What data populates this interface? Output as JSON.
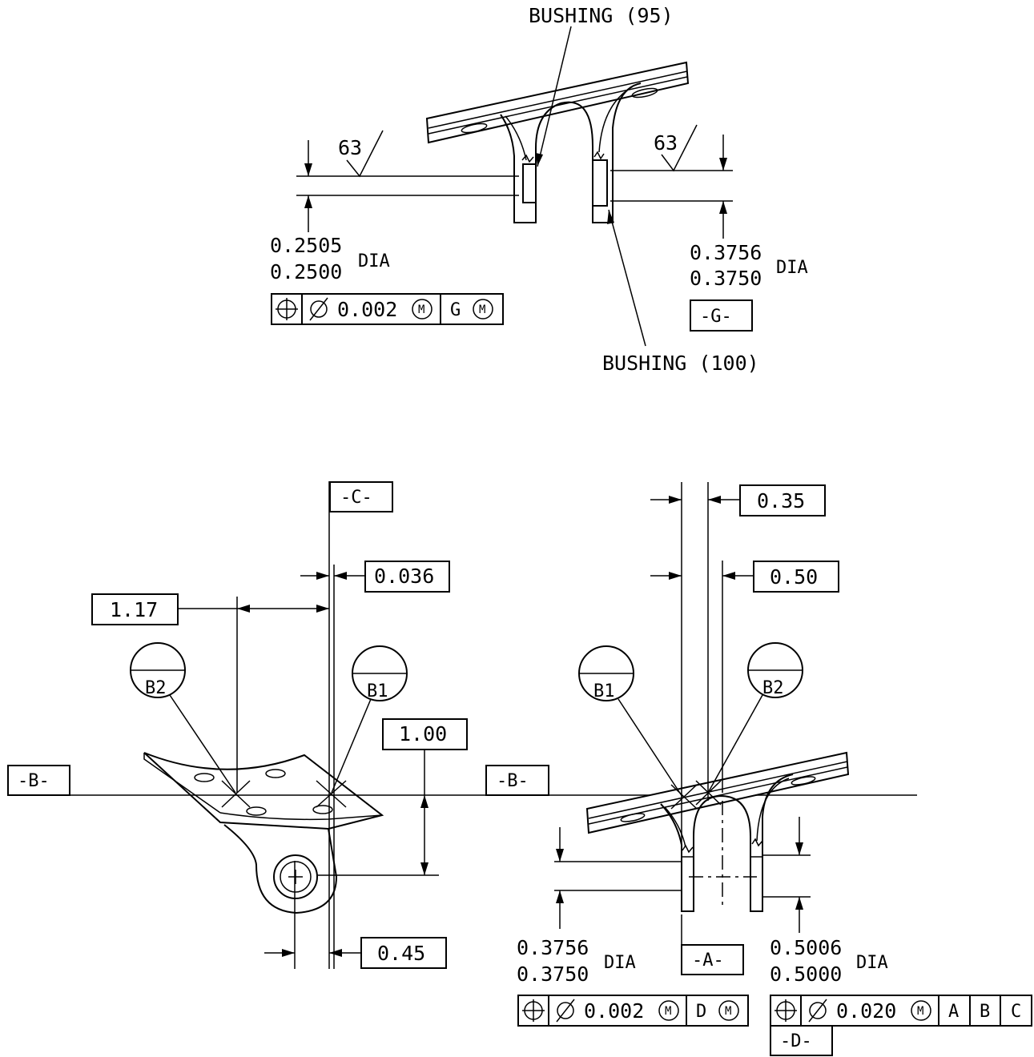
{
  "top_view": {
    "bushing_95": "BUSHING (95)",
    "bushing_100": "BUSHING (100)",
    "finish_left": "63",
    "finish_right": "63",
    "left_dia_upper": "0.2505",
    "left_dia_lower": "0.2500",
    "left_dia_label": "DIA",
    "left_fcf": {
      "tolerance": "0.002",
      "modifier": "M",
      "datum": "G",
      "datum_modifier": "M"
    },
    "right_dia_upper": "0.3756",
    "right_dia_lower": "0.3750",
    "right_dia_label": "DIA",
    "datum_g": "-G-"
  },
  "left_view": {
    "datum_c": "-C-",
    "dim_036": "0.036",
    "dim_117": "1.17",
    "target_b2": "B2",
    "target_b1": "B1",
    "dim_100": "1.00",
    "datum_b": "-B-",
    "dim_045": "0.45"
  },
  "right_view": {
    "dim_035": "0.35",
    "dim_050": "0.50",
    "target_b1": "B1",
    "target_b2": "B2",
    "datum_b": "-B-",
    "left_dia_upper": "0.3756",
    "left_dia_lower": "0.3750",
    "left_dia_label": "DIA",
    "datum_a": "-A-",
    "right_dia_upper": "0.5006",
    "right_dia_lower": "0.5000",
    "right_dia_label": "DIA",
    "left_fcf": {
      "tolerance": "0.002",
      "modifier": "M",
      "datum": "D",
      "datum_modifier": "M"
    },
    "right_fcf": {
      "tolerance": "0.020",
      "modifier": "M",
      "datum_1": "A",
      "datum_2": "B",
      "datum_3": "C"
    },
    "datum_d": "-D-"
  }
}
